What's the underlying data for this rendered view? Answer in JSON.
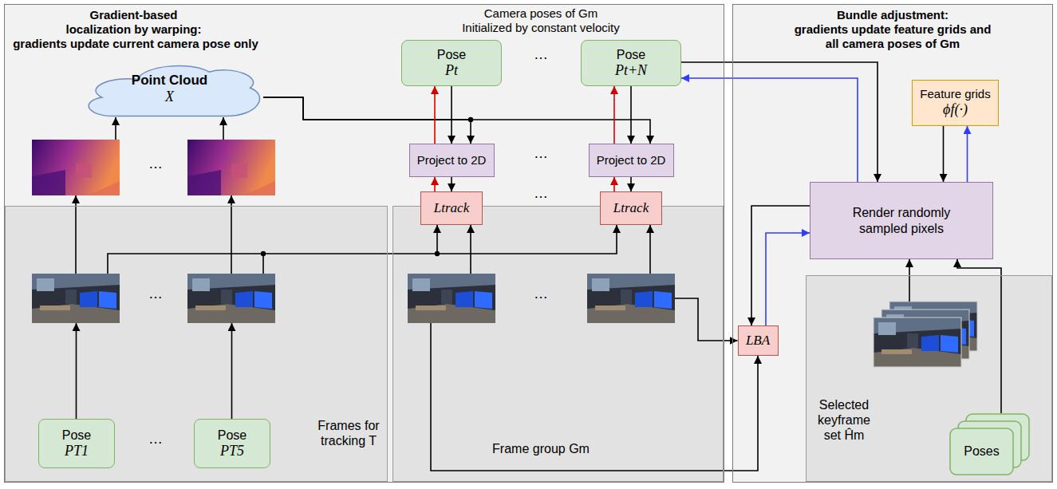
{
  "diagram": {
    "nodes": [
      {
        "text": [
          "Gradient-based localization by warping:",
          "gradients update current camera pose only"
        ]
      },
      {
        "text": [
          "Point Cloud",
          "X"
        ],
        "in": 0
      },
      {
        "text": [
          "Pose",
          "Pt"
        ],
        "in": 0
      },
      {
        "text": [
          "Pose",
          "Pt+N"
        ],
        "in": 0
      },
      {
        "text": [
          "Project to 2D"
        ],
        "in": 0
      },
      {
        "text": [
          "Project to 2D"
        ],
        "in": 0
      },
      {
        "text": [
          "Ltrack"
        ],
        "in": 0
      },
      {
        "text": [
          "Ltrack"
        ],
        "in": 0
      },
      {
        "text": [
          "Frames for tracking T"
        ],
        "in": 0
      },
      {
        "text": [
          "Pose",
          "PT1"
        ],
        "in": 8
      },
      {
        "text": [
          "Pose",
          "PT5"
        ],
        "in": 8
      },
      {
        "text": [
          "Frame group Gm"
        ],
        "in": 0
      },
      {
        "text": [
          "Bundle adjustment:",
          "gradients update feature grids and all camera poses of Gm"
        ]
      },
      {
        "text": [
          "Feature grids",
          "ϕf(·)"
        ],
        "in": 12
      },
      {
        "text": [
          "Render randomly sampled pixels"
        ],
        "in": 12
      },
      {
        "text": [
          "LBA"
        ],
        "in": 12
      },
      {
        "text": [
          "Selected keyframe set Ĥm"
        ],
        "in": 12
      },
      {
        "text": [
          "Poses"
        ],
        "in": 16
      }
    ],
    "edges": [
      {
        "from": 1,
        "to": 4,
        "arrow": "to"
      },
      {
        "from": 1,
        "to": 5,
        "arrow": "to"
      },
      {
        "from": 2,
        "to": 4,
        "arrow": "to"
      },
      {
        "from": 4,
        "to": 2,
        "arrow": "to"
      },
      {
        "from": 4,
        "to": 6,
        "arrow": "to"
      },
      {
        "from": 6,
        "to": 4,
        "arrow": "to"
      },
      {
        "from": 3,
        "to": 5,
        "arrow": "to"
      },
      {
        "from": 5,
        "to": 3,
        "arrow": "to"
      },
      {
        "from": 5,
        "to": 7,
        "arrow": "to"
      },
      {
        "from": 7,
        "to": 5,
        "arrow": "to"
      },
      {
        "from": 3,
        "to": 14,
        "arrow": "to"
      },
      {
        "from": 14,
        "to": 3,
        "arrow": "to"
      },
      {
        "from": 13,
        "to": 14,
        "arrow": "to"
      },
      {
        "from": 14,
        "to": 13,
        "arrow": "to"
      },
      {
        "from": 14,
        "to": 15,
        "arrow": "to"
      },
      {
        "from": 15,
        "to": 14,
        "arrow": "to"
      },
      {
        "from": 11,
        "to": 15,
        "arrow": "to"
      },
      {
        "from": 16,
        "to": 14,
        "arrow": "to"
      },
      {
        "from": 17,
        "to": 14,
        "arrow": "to"
      }
    ],
    "labels": [
      "Camera poses of Gm",
      "Initialized by constant velocity",
      "…",
      "…",
      "…",
      "…",
      "…",
      "…",
      "…"
    ]
  }
}
